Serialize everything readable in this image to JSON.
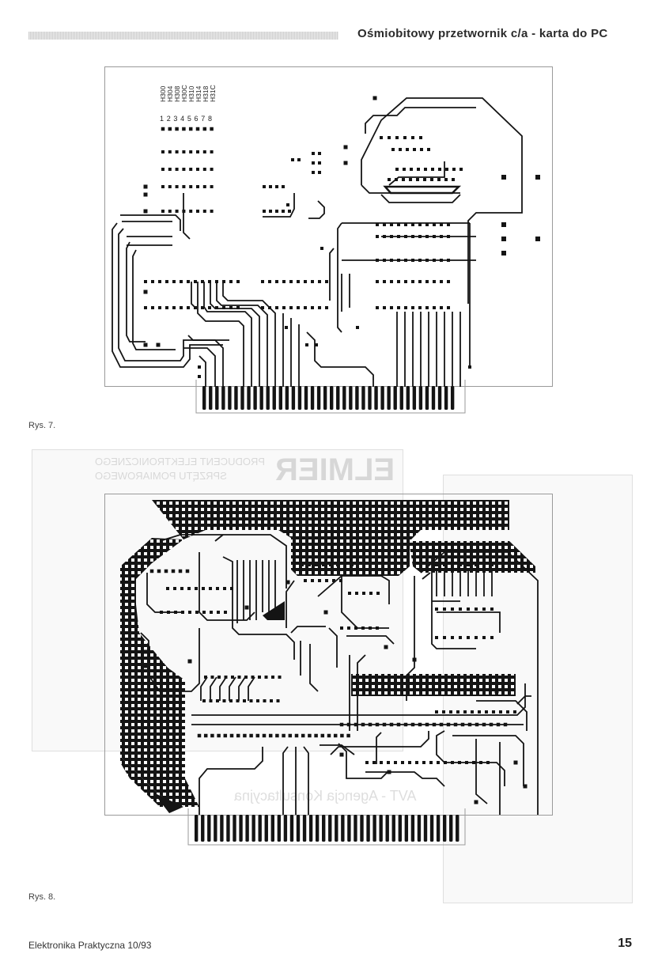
{
  "header": {
    "title": "Ośmiobitowy przetwornik c/a - karta do PC"
  },
  "figures": [
    {
      "caption": "Rys. 7."
    },
    {
      "caption": "Rys. 8."
    }
  ],
  "board7": {
    "jumper_labels": [
      "H300",
      "H304",
      "H308",
      "H30C",
      "H310",
      "H314",
      "H318",
      "H31C"
    ],
    "jumper_numbers": "1 2 3 4 5 6 7 8"
  },
  "footer": {
    "magazine": "Elektronika Praktyczna 10/93",
    "page_number": "15"
  },
  "show_through": {
    "brand": "ELMIER",
    "brand_sub1": "PRODUCENT ELEKTRONICZNEGO",
    "brand_sub2": "SPRZĘTU POMIAROWEGO",
    "agency": "AVT - Agencja Konsultacyjna"
  },
  "colors": {
    "ink": "#141414",
    "paper": "#ffffff",
    "ghost": "#000000"
  }
}
